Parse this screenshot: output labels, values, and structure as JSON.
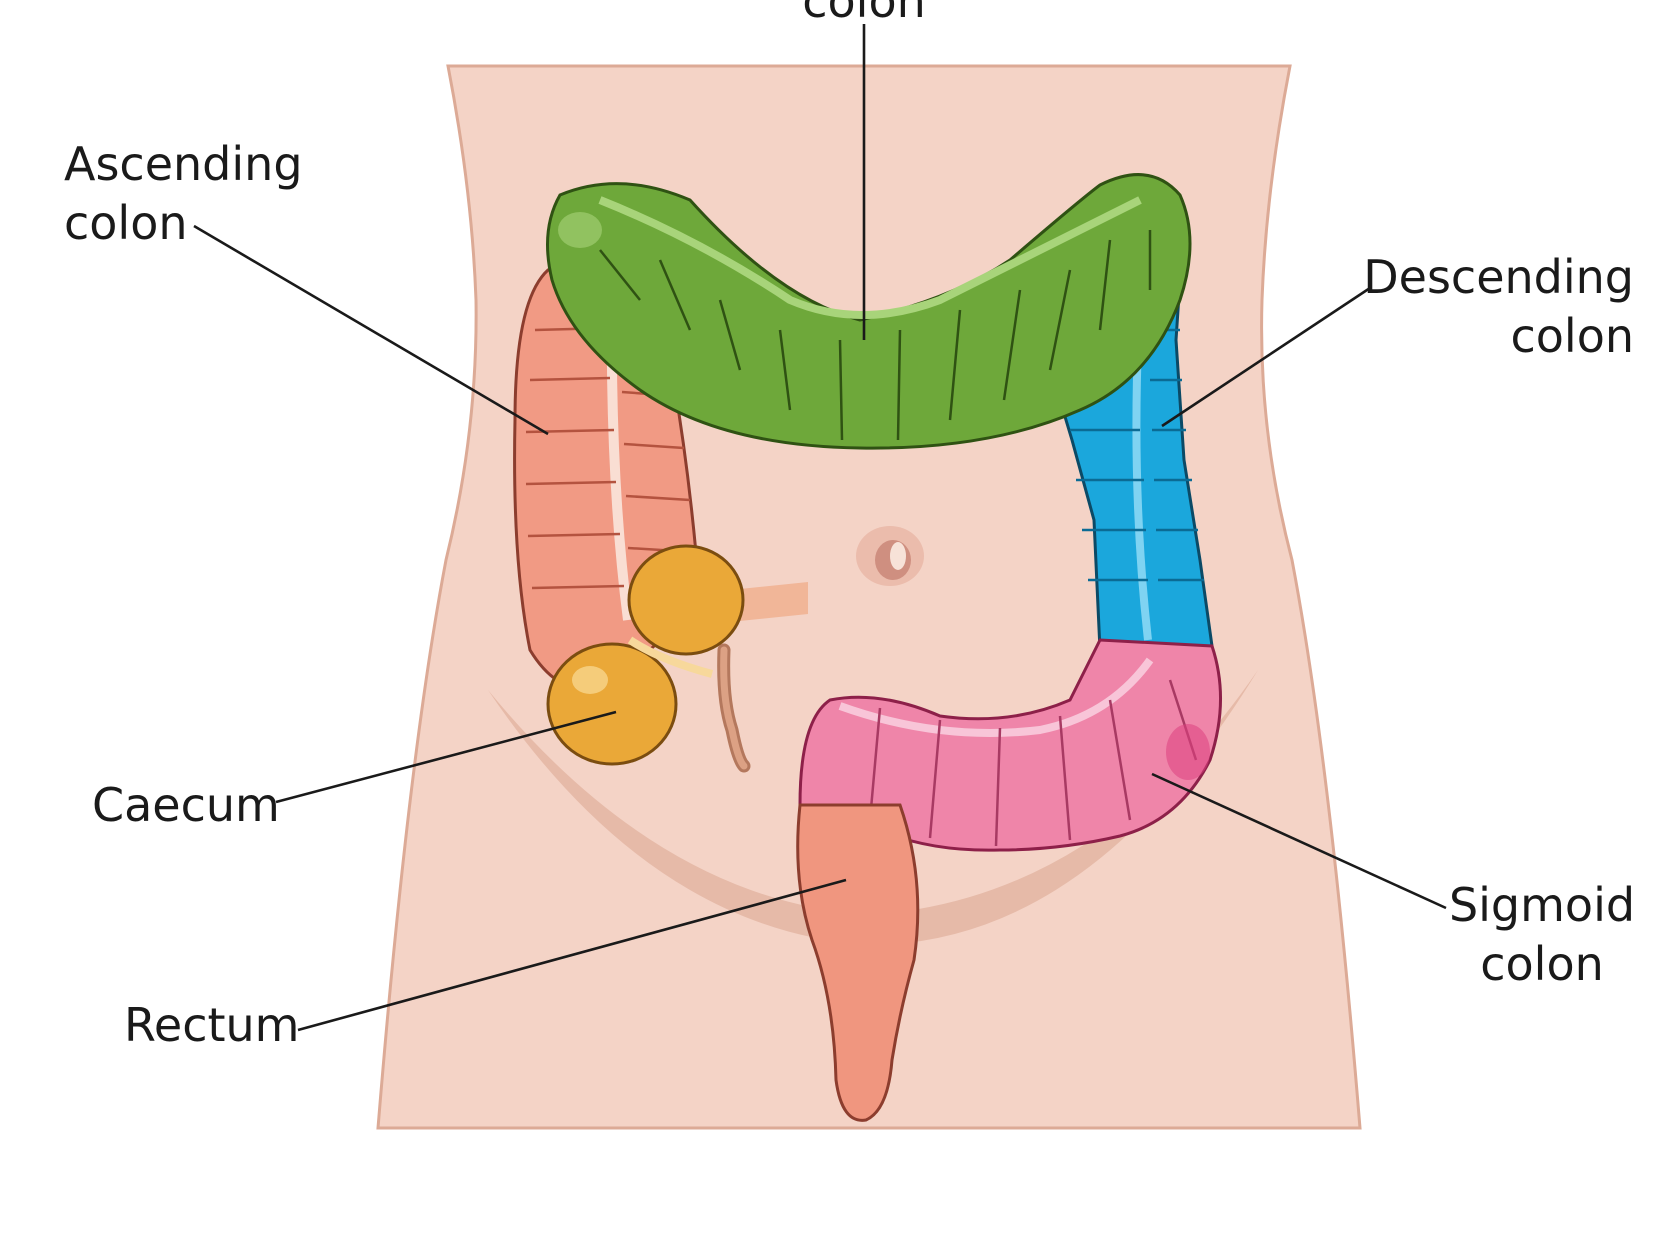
{
  "labels": {
    "transverse": {
      "line1": "colon"
    },
    "ascending": {
      "line1": "Ascending",
      "line2": "colon"
    },
    "descending": {
      "line1": "Descending",
      "line2": "colon"
    },
    "caecum": {
      "line1": "Caecum"
    },
    "sigmoid": {
      "line1": "Sigmoid",
      "line2": "colon"
    },
    "rectum": {
      "line1": "Rectum"
    }
  },
  "colors": {
    "skin": "#f4d3c6",
    "skin_outline": "#dcaa96",
    "transverse_colon": "#6ea83a",
    "ascending_colon": "#f19a84",
    "descending_colon": "#1ba7dc",
    "caecum": "#eaa838",
    "sigmoid_colon": "#ef85a9",
    "rectum": "#f0967f"
  }
}
